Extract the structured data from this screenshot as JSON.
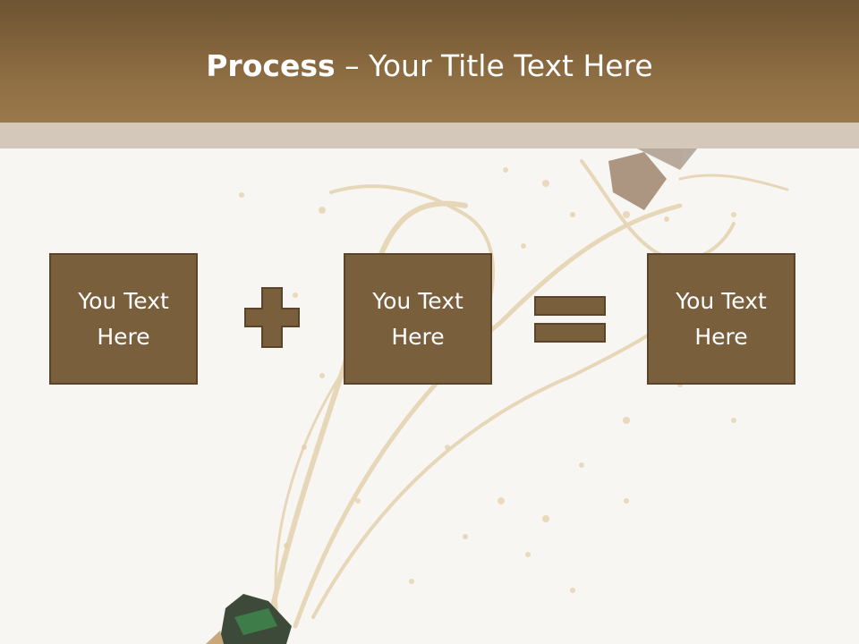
{
  "slide": {
    "title_bold": "Process",
    "title_rest": " – Your Title Text Here"
  },
  "process": {
    "box1": "You Text Here",
    "box2": "You Text Here",
    "box3": "You Text Here"
  },
  "colors": {
    "header": "#8a6a40",
    "header_band": "#d4c8ba",
    "box_fill": "#7a5f3d",
    "box_border": "#5a452a",
    "background": "#f8f6f2"
  },
  "icons": [
    "plus-icon",
    "equals-icon"
  ]
}
